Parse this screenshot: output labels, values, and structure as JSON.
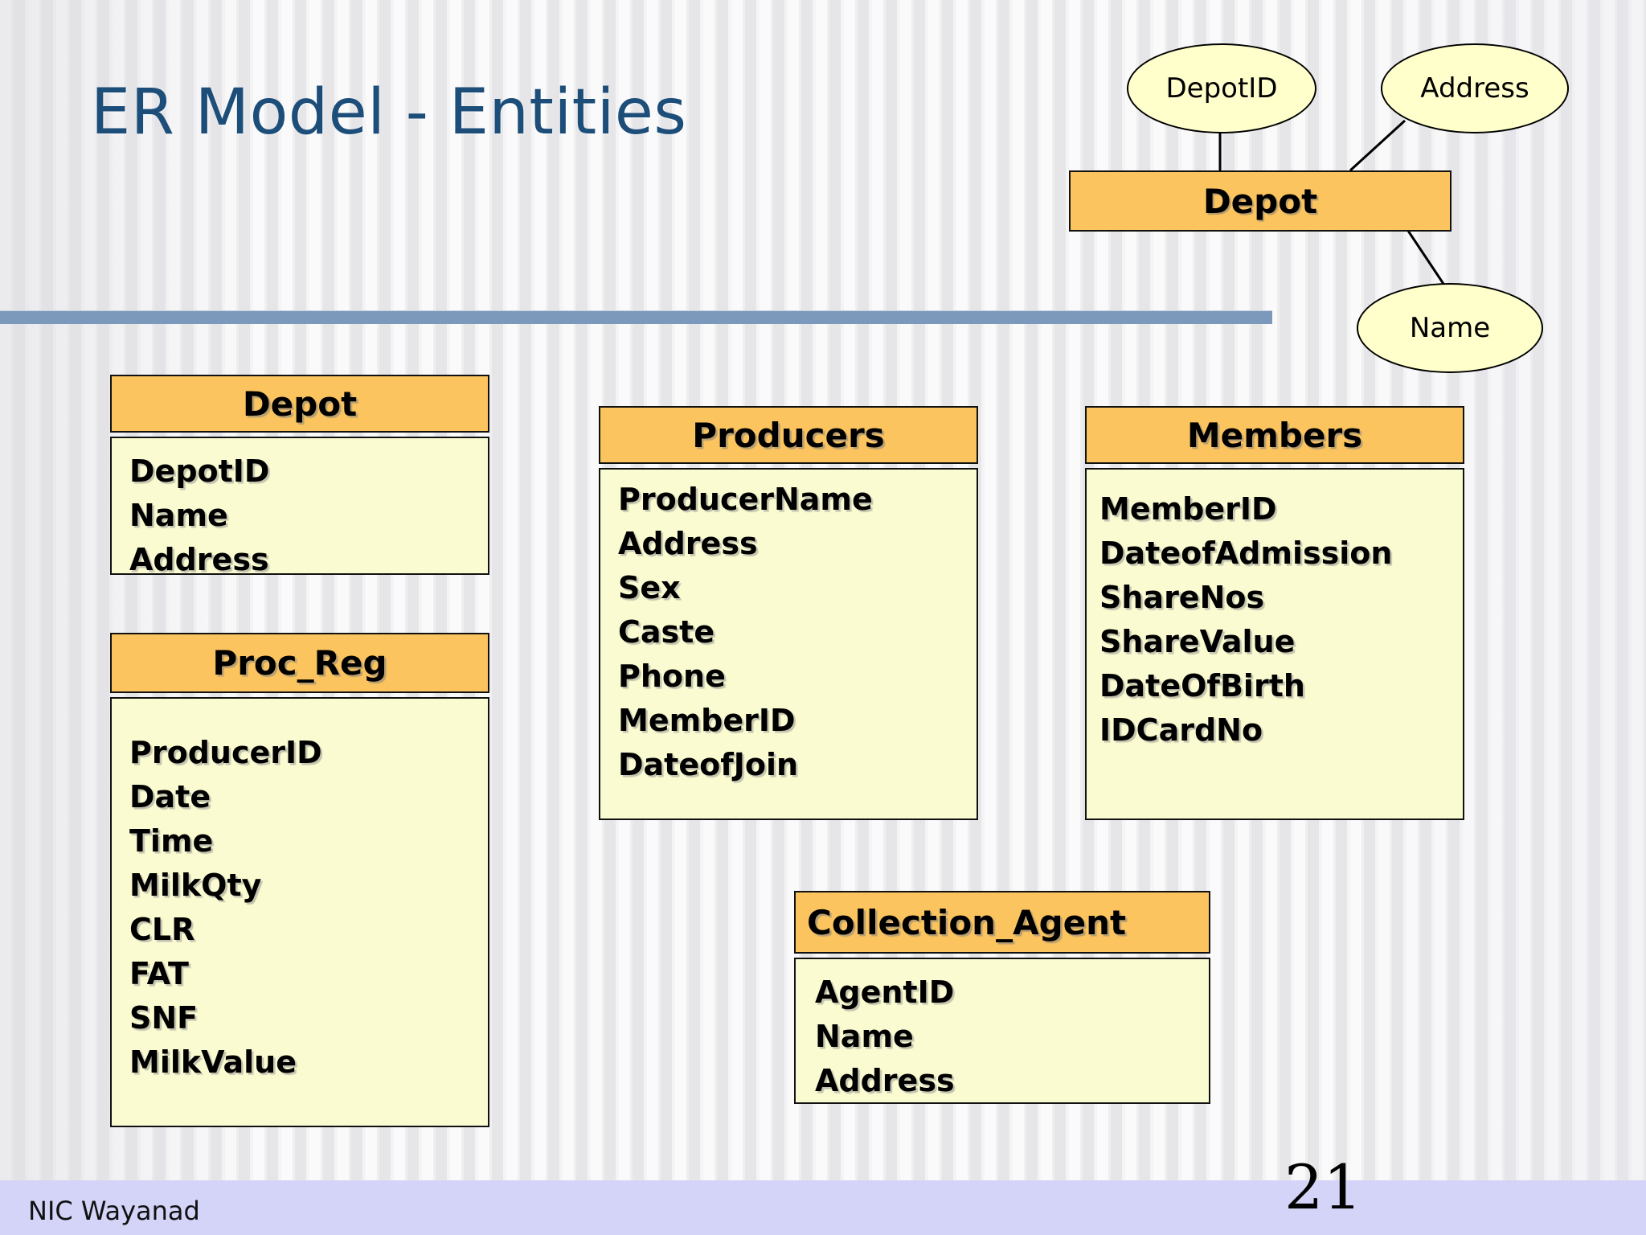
{
  "slide": {
    "title": "ER Model - Entities",
    "page_number": "21",
    "footer_text": "NIC Wayanad",
    "colors": {
      "title": "#1D4E79",
      "rule": "#7C98BA",
      "header_fill": "#FBC45E",
      "body_fill": "#FBFBD2",
      "ellipse_fill": "#FFFFCC",
      "footer_bar": "#D4D4F8",
      "outline": "#111111"
    }
  },
  "er_diagram": {
    "entity": "Depot",
    "attributes": [
      {
        "label": "DepotID"
      },
      {
        "label": "Address"
      },
      {
        "label": "Name"
      }
    ]
  },
  "entities": [
    {
      "name": "Depot",
      "attributes": [
        "DepotID",
        "Name",
        "Address"
      ]
    },
    {
      "name": "Proc_Reg",
      "attributes": [
        "ProducerID",
        "Date",
        "Time",
        "MilkQty",
        "CLR",
        "FAT",
        "SNF",
        "MilkValue"
      ]
    },
    {
      "name": "Producers",
      "attributes": [
        "ProducerName",
        "Address",
        "Sex",
        "Caste",
        "Phone",
        "MemberID",
        "DateofJoin"
      ]
    },
    {
      "name": "Members",
      "attributes": [
        "MemberID",
        "DateofAdmission",
        "ShareNos",
        "ShareValue",
        "DateOfBirth",
        "IDCardNo"
      ]
    },
    {
      "name": "Collection_Agent",
      "attributes": [
        "AgentID",
        "Name",
        "Address"
      ]
    }
  ]
}
